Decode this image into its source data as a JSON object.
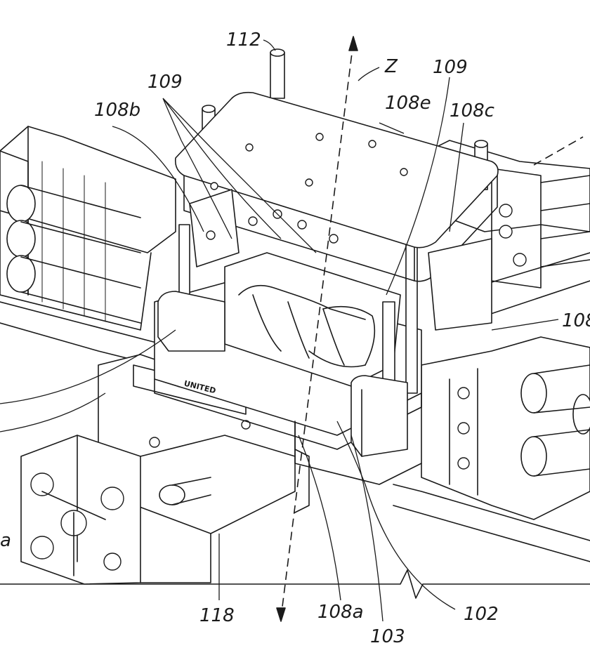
{
  "figure": {
    "reference_labels": {
      "ref_112": "112",
      "ref_z": "Z",
      "ref_109_left": "109",
      "ref_109_right": "109",
      "ref_108b": "108b",
      "ref_108e": "108e",
      "ref_108c": "108c",
      "ref_108_right_partial": "108",
      "ref_118": "118",
      "ref_108a": "108a",
      "ref_103": "103",
      "ref_102": "102",
      "ref_a_partial": "a"
    },
    "nameplate_text": "UNITED"
  }
}
